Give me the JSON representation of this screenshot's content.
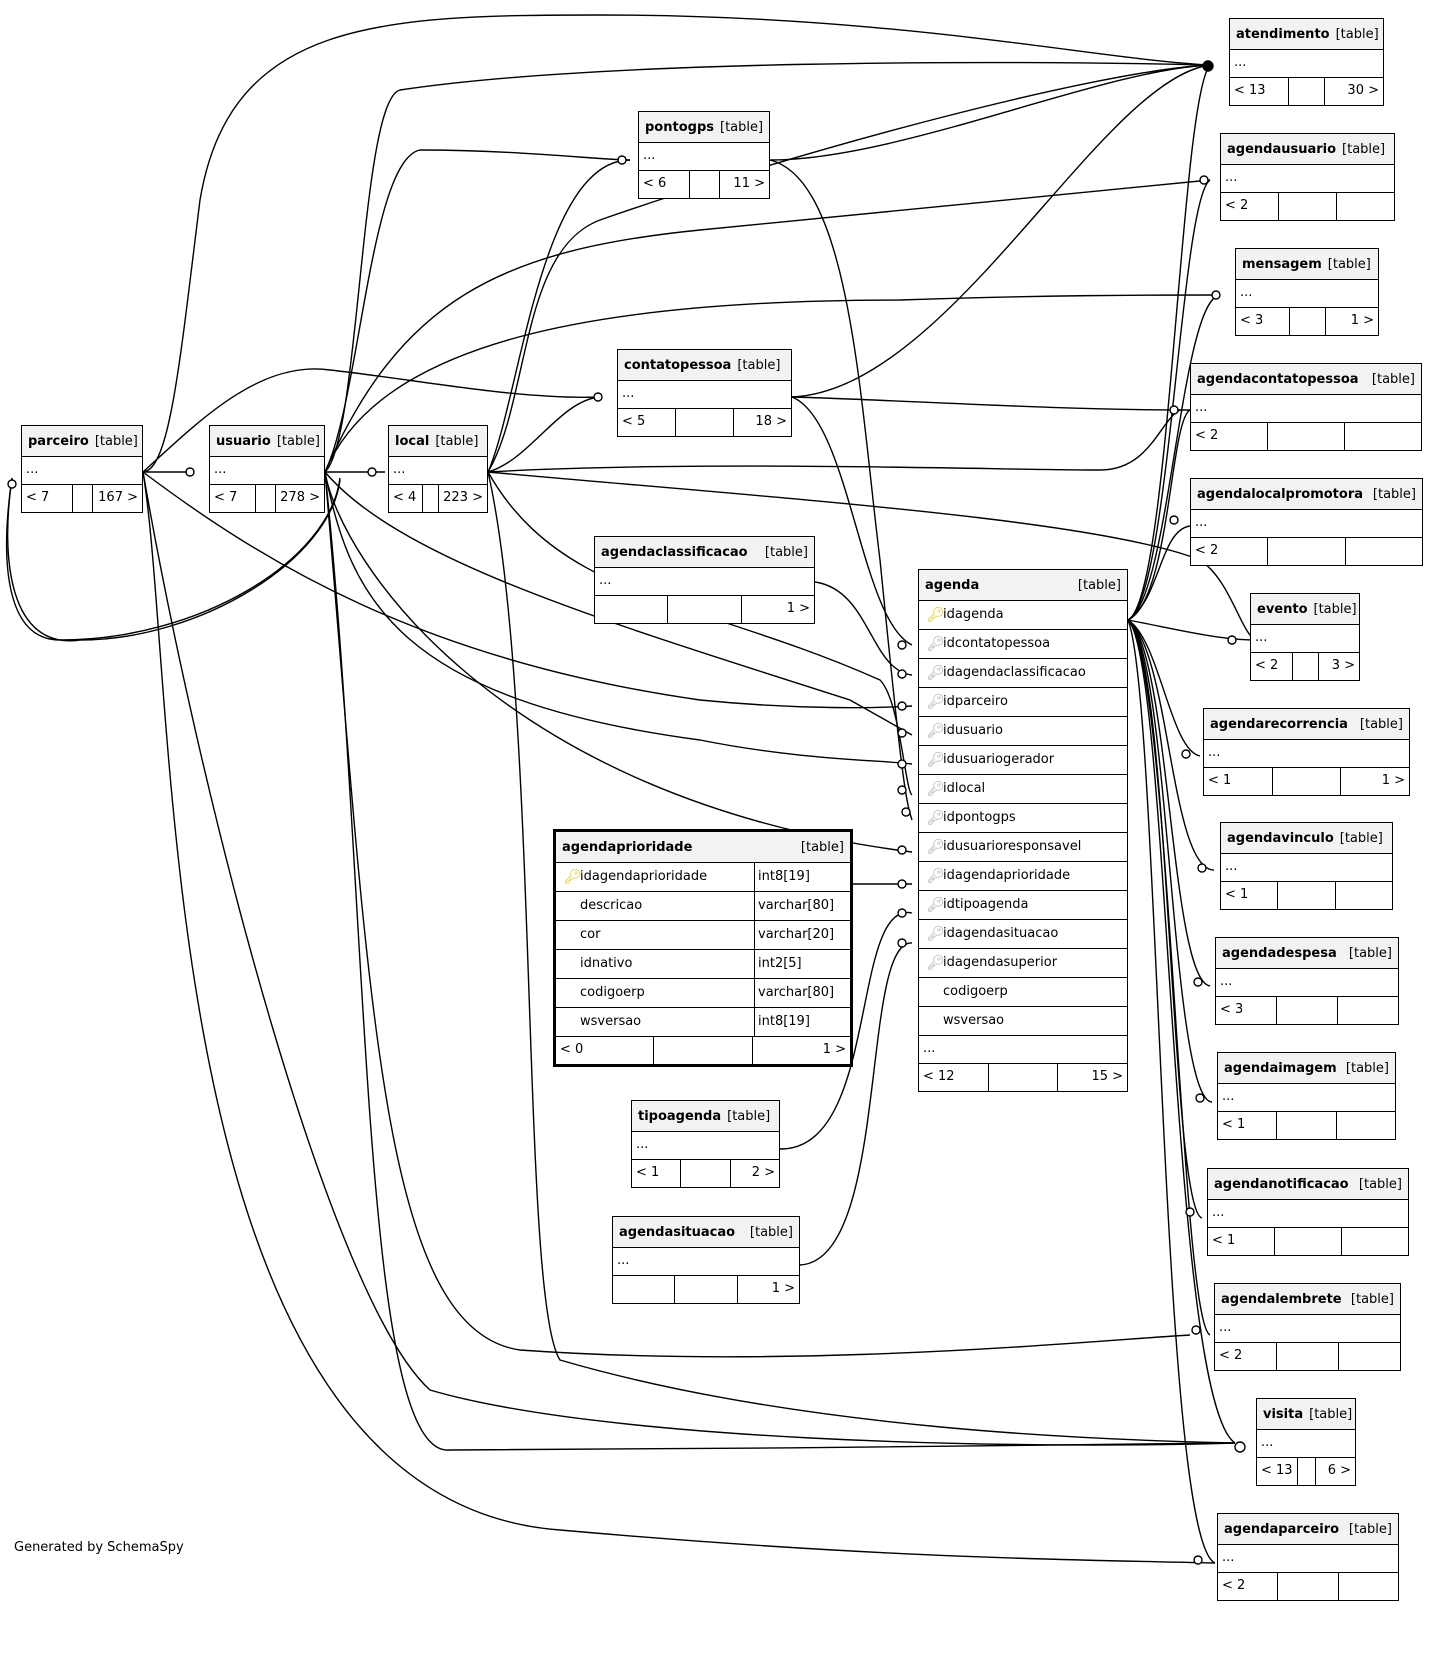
{
  "caption": "Generated by SchemaSpy",
  "tag": "[table]",
  "ellipsis": "...",
  "tables": {
    "parceiro": {
      "name": "parceiro",
      "f1": "< 7",
      "f2": "",
      "f3": "167 >"
    },
    "usuario": {
      "name": "usuario",
      "f1": "< 7",
      "f2": "",
      "f3": "278 >"
    },
    "local": {
      "name": "local",
      "f1": "< 4",
      "f2": "",
      "f3": "223 >"
    },
    "pontogps": {
      "name": "pontogps",
      "f1": "< 6",
      "f2": "",
      "f3": "11 >"
    },
    "contatopessoa": {
      "name": "contatopessoa",
      "f1": "< 5",
      "f2": "",
      "f3": "18 >"
    },
    "agendaclassificacao": {
      "name": "agendaclassificacao",
      "f1": "",
      "f2": "",
      "f3": "1 >"
    },
    "tipoagenda": {
      "name": "tipoagenda",
      "f1": "< 1",
      "f2": "",
      "f3": "2 >"
    },
    "agendasituacao": {
      "name": "agendasituacao",
      "f1": "",
      "f2": "",
      "f3": "1 >"
    },
    "atendimento": {
      "name": "atendimento",
      "f1": "< 13",
      "f2": "",
      "f3": "30 >"
    },
    "agendausuario": {
      "name": "agendausuario",
      "f1": "< 2",
      "f2": "",
      "f3": ""
    },
    "mensagem": {
      "name": "mensagem",
      "f1": "< 3",
      "f2": "",
      "f3": "1 >"
    },
    "agendacontatopessoa": {
      "name": "agendacontatopessoa",
      "f1": "< 2",
      "f2": "",
      "f3": ""
    },
    "agendalocalpromotora": {
      "name": "agendalocalpromotora",
      "f1": "< 2",
      "f2": "",
      "f3": ""
    },
    "evento": {
      "name": "evento",
      "f1": "< 2",
      "f2": "",
      "f3": "3 >"
    },
    "agendarecorrencia": {
      "name": "agendarecorrencia",
      "f1": "< 1",
      "f2": "",
      "f3": "1 >"
    },
    "agendavinculo": {
      "name": "agendavinculo",
      "f1": "< 1",
      "f2": "",
      "f3": ""
    },
    "agendadespesa": {
      "name": "agendadespesa",
      "f1": "< 3",
      "f2": "",
      "f3": ""
    },
    "agendaimagem": {
      "name": "agendaimagem",
      "f1": "< 1",
      "f2": "",
      "f3": ""
    },
    "agendanotificacao": {
      "name": "agendanotificacao",
      "f1": "< 1",
      "f2": "",
      "f3": ""
    },
    "agendalembrete": {
      "name": "agendalembrete",
      "f1": "< 2",
      "f2": "",
      "f3": ""
    },
    "visita": {
      "name": "visita",
      "f1": "< 13",
      "f2": "",
      "f3": "6 >"
    },
    "agendaparceiro": {
      "name": "agendaparceiro",
      "f1": "< 2",
      "f2": "",
      "f3": ""
    }
  },
  "agenda": {
    "name": "agenda",
    "columns": [
      {
        "name": "idagenda",
        "key": "pk"
      },
      {
        "name": "idcontatopessoa",
        "key": "fk"
      },
      {
        "name": "idagendaclassificacao",
        "key": "fk"
      },
      {
        "name": "idparceiro",
        "key": "fk"
      },
      {
        "name": "idusuario",
        "key": "fk"
      },
      {
        "name": "idusuariogerador",
        "key": "fk"
      },
      {
        "name": "idlocal",
        "key": "fk"
      },
      {
        "name": "idpontogps",
        "key": "fk"
      },
      {
        "name": "idusuarioresponsavel",
        "key": "fk"
      },
      {
        "name": "idagendaprioridade",
        "key": "fk"
      },
      {
        "name": "idtipoagenda",
        "key": "fk"
      },
      {
        "name": "idagendasituacao",
        "key": "fk"
      },
      {
        "name": "idagendasuperior",
        "key": "fk"
      },
      {
        "name": "codigoerp",
        "key": ""
      },
      {
        "name": "wsversao",
        "key": ""
      }
    ],
    "f1": "< 12",
    "f2": "",
    "f3": "15 >"
  },
  "agendaprioridade": {
    "name": "agendaprioridade",
    "columns": [
      {
        "name": "idagendaprioridade",
        "type": "int8[19]",
        "key": "pk"
      },
      {
        "name": "descricao",
        "type": "varchar[80]",
        "key": ""
      },
      {
        "name": "cor",
        "type": "varchar[20]",
        "key": ""
      },
      {
        "name": "idnativo",
        "type": "int2[5]",
        "key": ""
      },
      {
        "name": "codigoerp",
        "type": "varchar[80]",
        "key": ""
      },
      {
        "name": "wsversao",
        "type": "int8[19]",
        "key": ""
      }
    ],
    "f1": "< 0",
    "f2": "",
    "f3": "1 >"
  }
}
